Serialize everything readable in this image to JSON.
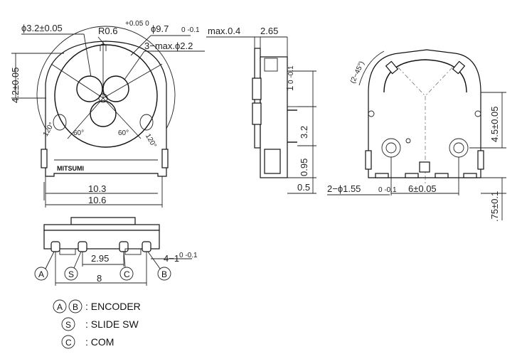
{
  "front_view": {
    "dim_hole_dia": "ϕ3.2±0.05",
    "dim_radius": "R0.6",
    "dim_radius_tol": "+0.05 0",
    "dim_body_dia": "ϕ9.7",
    "dim_body_dia_tol": "0 -0.1",
    "dim_pins_max": "3−max.ϕ2.2",
    "dim_height": "4.2±0.05",
    "angle_left": "120°",
    "angle_mid_left": "60°",
    "angle_mid_right": "60°",
    "angle_right": "120°",
    "brand": "MITSUMI",
    "dim_width_inner": "10.3",
    "dim_width_outer": "10.6"
  },
  "side_view": {
    "dim_max": "max.0.4",
    "dim_thickness": "2.65",
    "dim_1": "1",
    "dim_1_tol": "0 -0.1",
    "dim_3_2": "3.2",
    "dim_0_95": "0.95",
    "dim_0_5": "0.5"
  },
  "rear_view": {
    "dim_angle": "(2−45°)",
    "dim_4_5": "4.5±0.05",
    "dim_holes": "2−ϕ1.55",
    "dim_holes_tol": "0 -0.1",
    "dim_6": "6±0.05",
    "dim_75": ".75±0.1"
  },
  "bottom_view": {
    "dim_2_95": "2.95",
    "dim_8": "8",
    "dim_pins": "4−1",
    "dim_pins_tol": "0 -0.1",
    "label_a": "A",
    "label_s": "S",
    "label_c": "C",
    "label_b": "B"
  },
  "legend": {
    "ab_a": "A",
    "ab_b": "B",
    "ab_text": ": ENCODER",
    "s_sym": "S",
    "s_text": ": SLIDE SW",
    "c_sym": "C",
    "c_text": ": COM"
  }
}
